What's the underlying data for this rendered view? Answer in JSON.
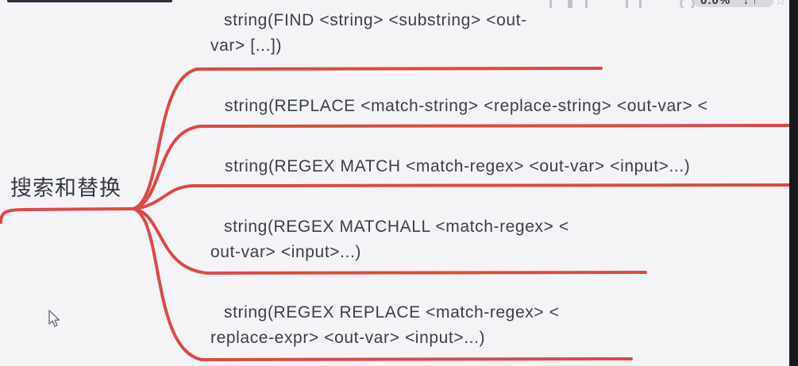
{
  "canvas": {
    "background": "#f4f4f7",
    "edge_strip_color": "#17181d"
  },
  "colors": {
    "branch": "#dd4a45",
    "text": "#3a3f4c",
    "toolbar_icon": "#c0c3cb",
    "toolbar_text": "#2e3340"
  },
  "root": {
    "label": "搜索和替换"
  },
  "nodes": [
    {
      "id": "string-find",
      "line1": "string(FIND <string> <substring> <out-",
      "line2": "var> [...])"
    },
    {
      "id": "string-replace",
      "line1": "string(REPLACE <match-string> <replace-string> <out-var> <"
    },
    {
      "id": "string-regex-match",
      "line1": "string(REGEX MATCH <match-regex> <out-var> <input>...)"
    },
    {
      "id": "string-regex-matchall",
      "line1": "string(REGEX MATCHALL <match-regex> <",
      "line2": "out-var> <input>...)"
    },
    {
      "id": "string-regex-replace",
      "line1": "string(REGEX REPLACE <match-regex> <",
      "line2": "replace-expr> <out-var> <input>...)"
    }
  ],
  "toolbar": {
    "stats_text": "0.0%",
    "updown_glyphs": "↓↑",
    "star_glyph": "☆"
  }
}
